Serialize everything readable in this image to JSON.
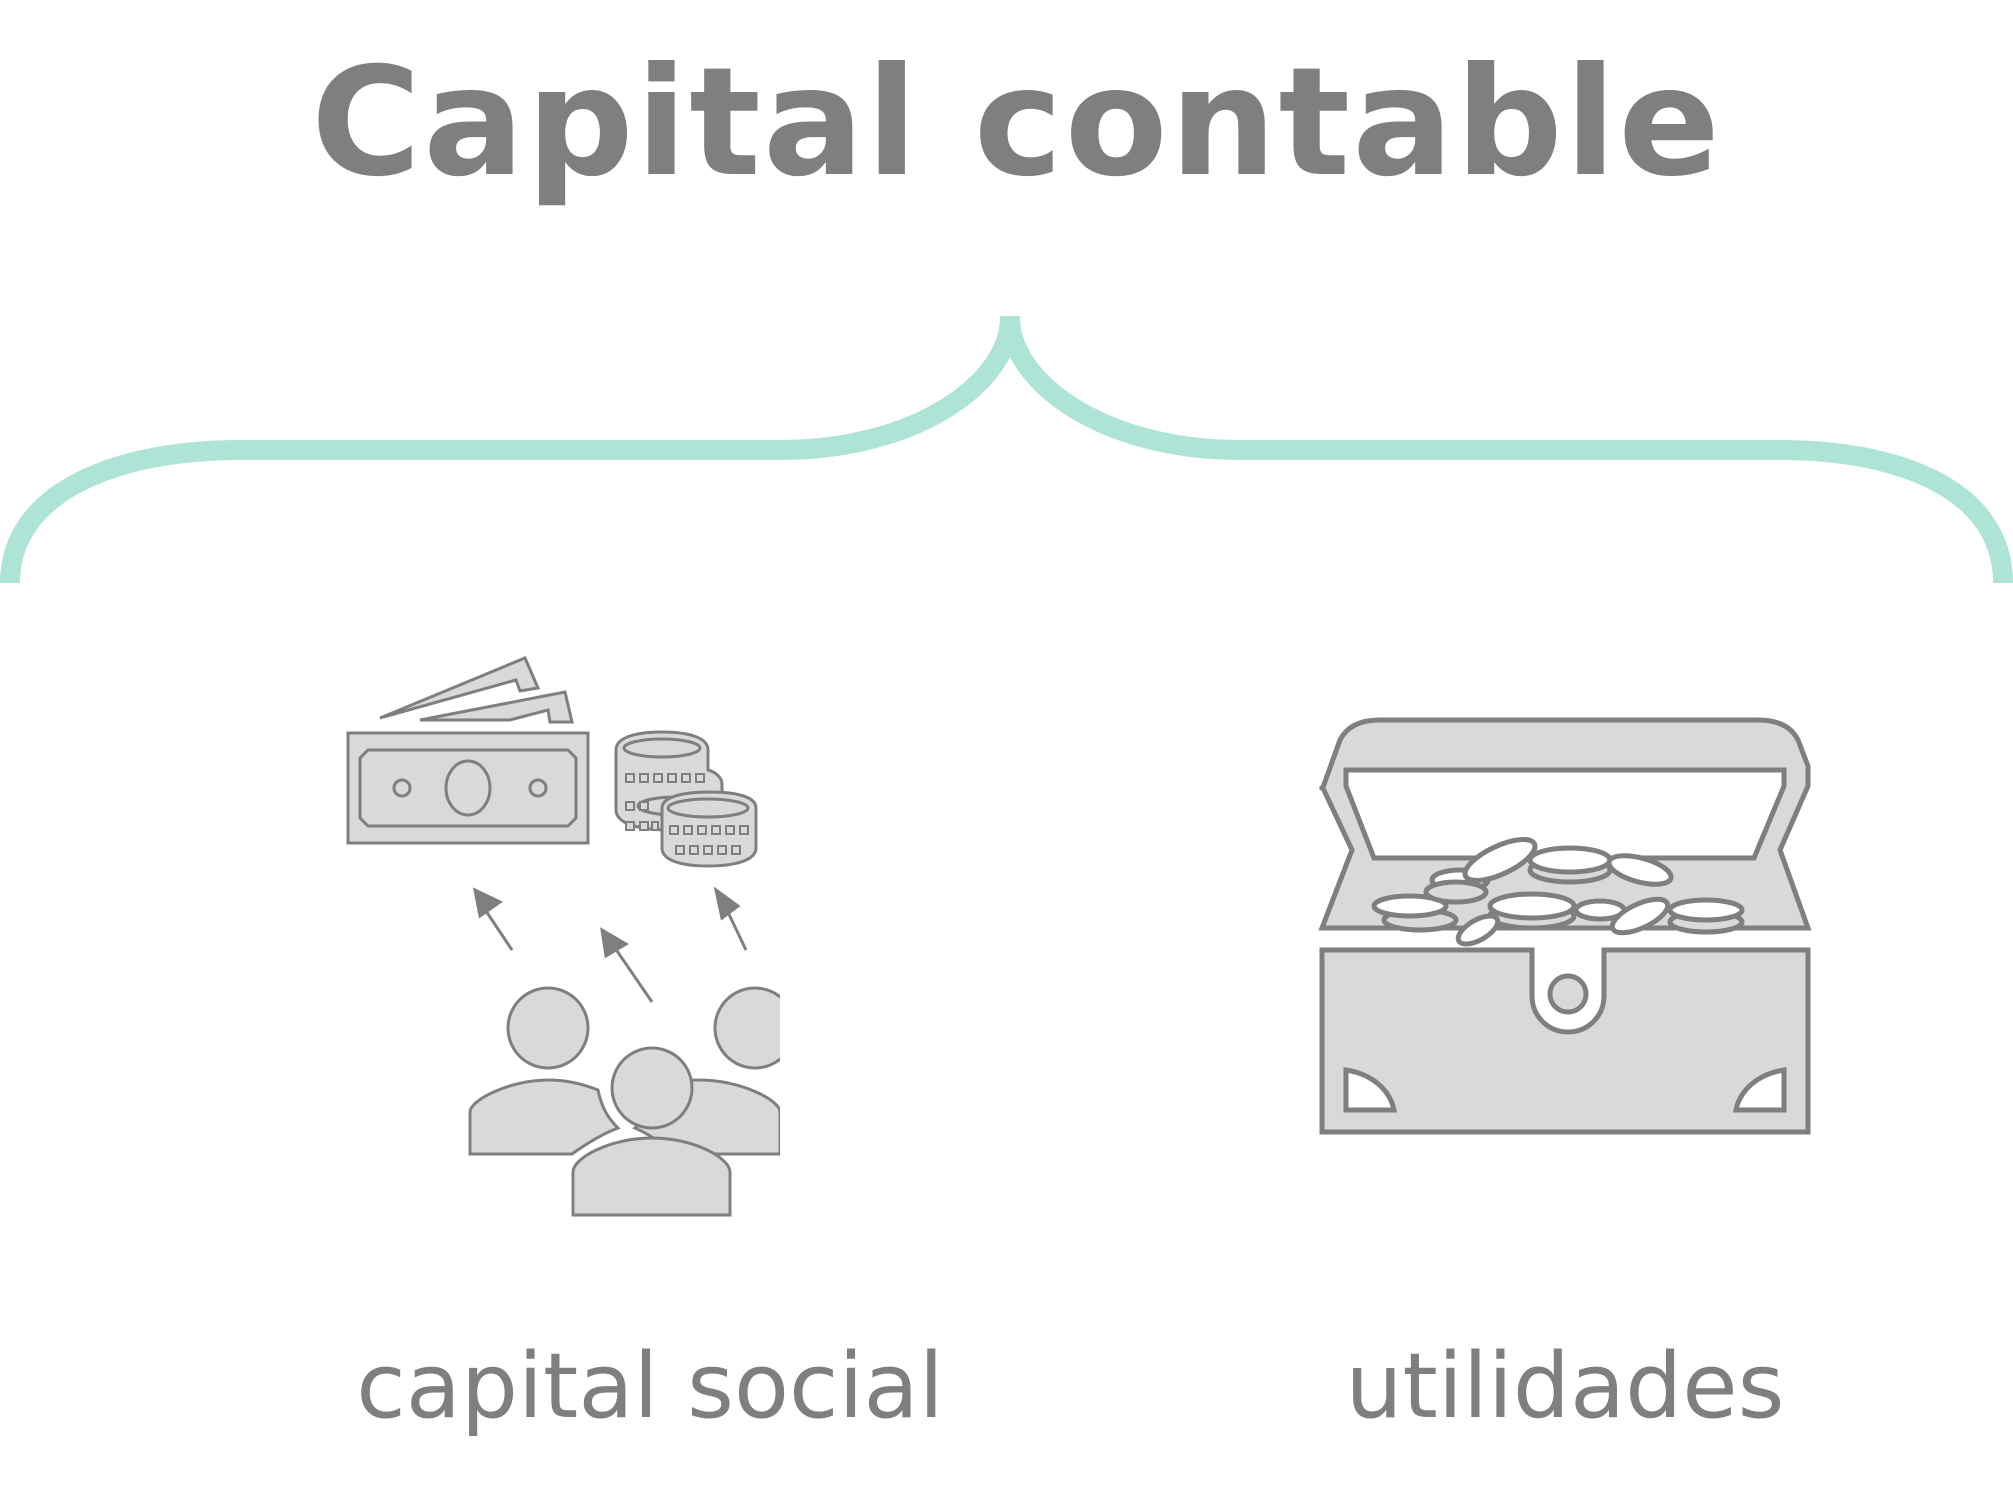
{
  "title": "Capital contable",
  "captions": {
    "left": "capital social",
    "right": "utilidades"
  },
  "icons": {
    "left": "people-contributing-money-icon",
    "right": "treasure-chest-coins-icon"
  },
  "colors": {
    "text": "#7f7f7f",
    "brace": "#ade4d6",
    "icon_fill": "#d9d9d9",
    "icon_stroke": "#7f7f7f",
    "background": "#ffffff"
  }
}
